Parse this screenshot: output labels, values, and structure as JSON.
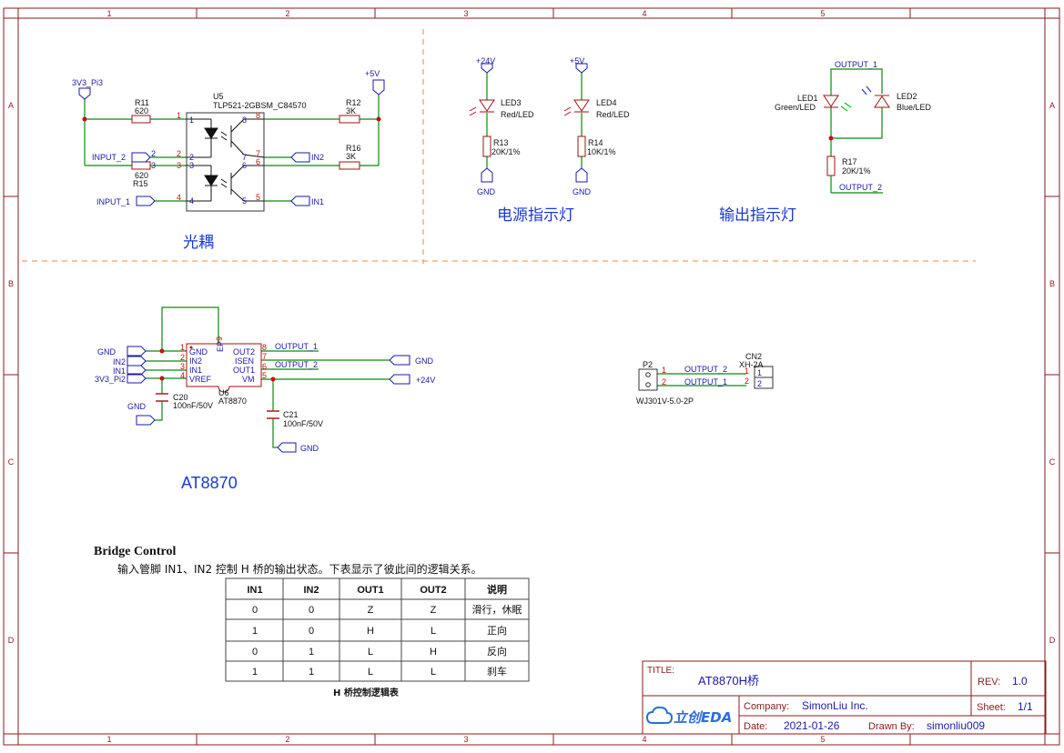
{
  "frame": {
    "col_labels": [
      "1",
      "2",
      "3",
      "4",
      "5"
    ],
    "row_labels": [
      "A",
      "B",
      "C",
      "D"
    ]
  },
  "optocoupler": {
    "section_title": "光耦",
    "ic_ref": "U5",
    "ic_part": "TLP521-2GBSM_C84570",
    "r11_ref": "R11",
    "r11_val": "620",
    "r15_ref": "R15",
    "r15_val": "620",
    "r12_ref": "R12",
    "r12_val": "3K",
    "r16_ref": "R16",
    "r16_val": "3K",
    "pwr_3v3": "3V3_Pi3",
    "pwr_5v": "+5V",
    "port_input2": "INPUT_2",
    "port_input1": "INPUT_1",
    "port_in2": "IN2",
    "port_in1": "IN1",
    "pins": [
      "1",
      "2",
      "3",
      "4",
      "5",
      "6",
      "7",
      "8"
    ],
    "ext_pins": [
      "2",
      "3"
    ]
  },
  "power_indicator": {
    "section_title": "电源指示灯",
    "led3_ref": "LED3",
    "led3_val": "Red/LED",
    "r13_ref": "R13",
    "r13_val": "20K/1%",
    "pwr_24v": "+24V",
    "gnd_a": "GND",
    "led4_ref": "LED4",
    "led4_val": "Red/LED",
    "r14_ref": "R14",
    "r14_val": "10K/1%",
    "pwr_5v": "+5V",
    "gnd_b": "GND"
  },
  "output_indicator": {
    "section_title": "输出指示灯",
    "net_top": "OUTPUT_1",
    "net_bottom": "OUTPUT_2",
    "led1_ref": "LED1",
    "led1_val": "Green/LED",
    "led2_ref": "LED2",
    "led2_val": "Blue/LED",
    "r17_ref": "R17",
    "r17_val": "20K/1%"
  },
  "driver": {
    "section_title": "AT8870",
    "ic_ref": "U6",
    "ic_part": "AT8870",
    "pin_gnd": "GND",
    "pin_in2": "IN2",
    "pin_in1": "IN1",
    "pin_vref": "VREF",
    "pin_out2": "OUT2",
    "pin_isen": "ISEN",
    "pin_out1": "OUT1",
    "pin_vm": "VM",
    "pin_ep": "EP",
    "pins": [
      "1",
      "2",
      "3",
      "4",
      "5",
      "6",
      "7",
      "8",
      "9"
    ],
    "port_gnd": "GND",
    "port_in2": "IN2",
    "port_in1": "IN1",
    "port_3v3": "3V3_Pi2",
    "net_out1": "OUTPUT_1",
    "net_out2": "OUTPUT_2",
    "port_gnd_r": "GND",
    "port_24v": "+24V",
    "c20_ref": "C20",
    "c20_val": "100nF/50V",
    "c21_ref": "C21",
    "c21_val": "100nF/50V",
    "gnd_c20": "GND",
    "gnd_c21": "GND"
  },
  "connector": {
    "p2_ref": "P2",
    "p2_part": "WJ301V-5.0-2P",
    "cn2_ref": "CN2",
    "cn2_part": "XH-2A",
    "net1": "OUTPUT_2",
    "net2": "OUTPUT_1",
    "p2_pin1": "1",
    "p2_pin2": "2",
    "cn2_pin1": "1",
    "cn2_pin2": "2",
    "cn2_box1": "1",
    "cn2_box2": "2"
  },
  "logic_table": {
    "heading": "Bridge Control",
    "description": "输入管脚 IN1、IN2 控制 H 桥的输出状态。下表显示了彼此间的逻辑关系。",
    "headers": [
      "IN1",
      "IN2",
      "OUT1",
      "OUT2",
      "说明"
    ],
    "rows": [
      [
        "0",
        "0",
        "Z",
        "Z",
        "滑行，休眠"
      ],
      [
        "1",
        "0",
        "H",
        "L",
        "正向"
      ],
      [
        "0",
        "1",
        "L",
        "H",
        "反向"
      ],
      [
        "1",
        "1",
        "L",
        "L",
        "刹车"
      ]
    ],
    "caption": "H 桥控制逻辑表"
  },
  "title_block": {
    "title_label": "TITLE:",
    "title": "AT8870H桥",
    "rev_label": "REV:",
    "rev": "1.0",
    "logo_text": "立创EDA",
    "company_label": "Company:",
    "company": "SimonLiu Inc.",
    "sheet_label": "Sheet:",
    "sheet": "1/1",
    "date_label": "Date:",
    "date": "2021-01-26",
    "drawn_label": "Drawn By:",
    "drawn_by": "simonliu009"
  },
  "colors": {
    "border": "#8b1a1a",
    "wire": "#0a8a0a",
    "net_blue": "#1a1aa8",
    "part_red": "#a01010",
    "pin_red": "#c81010",
    "divider": "#f0a060",
    "section": "#1a3ad0"
  }
}
